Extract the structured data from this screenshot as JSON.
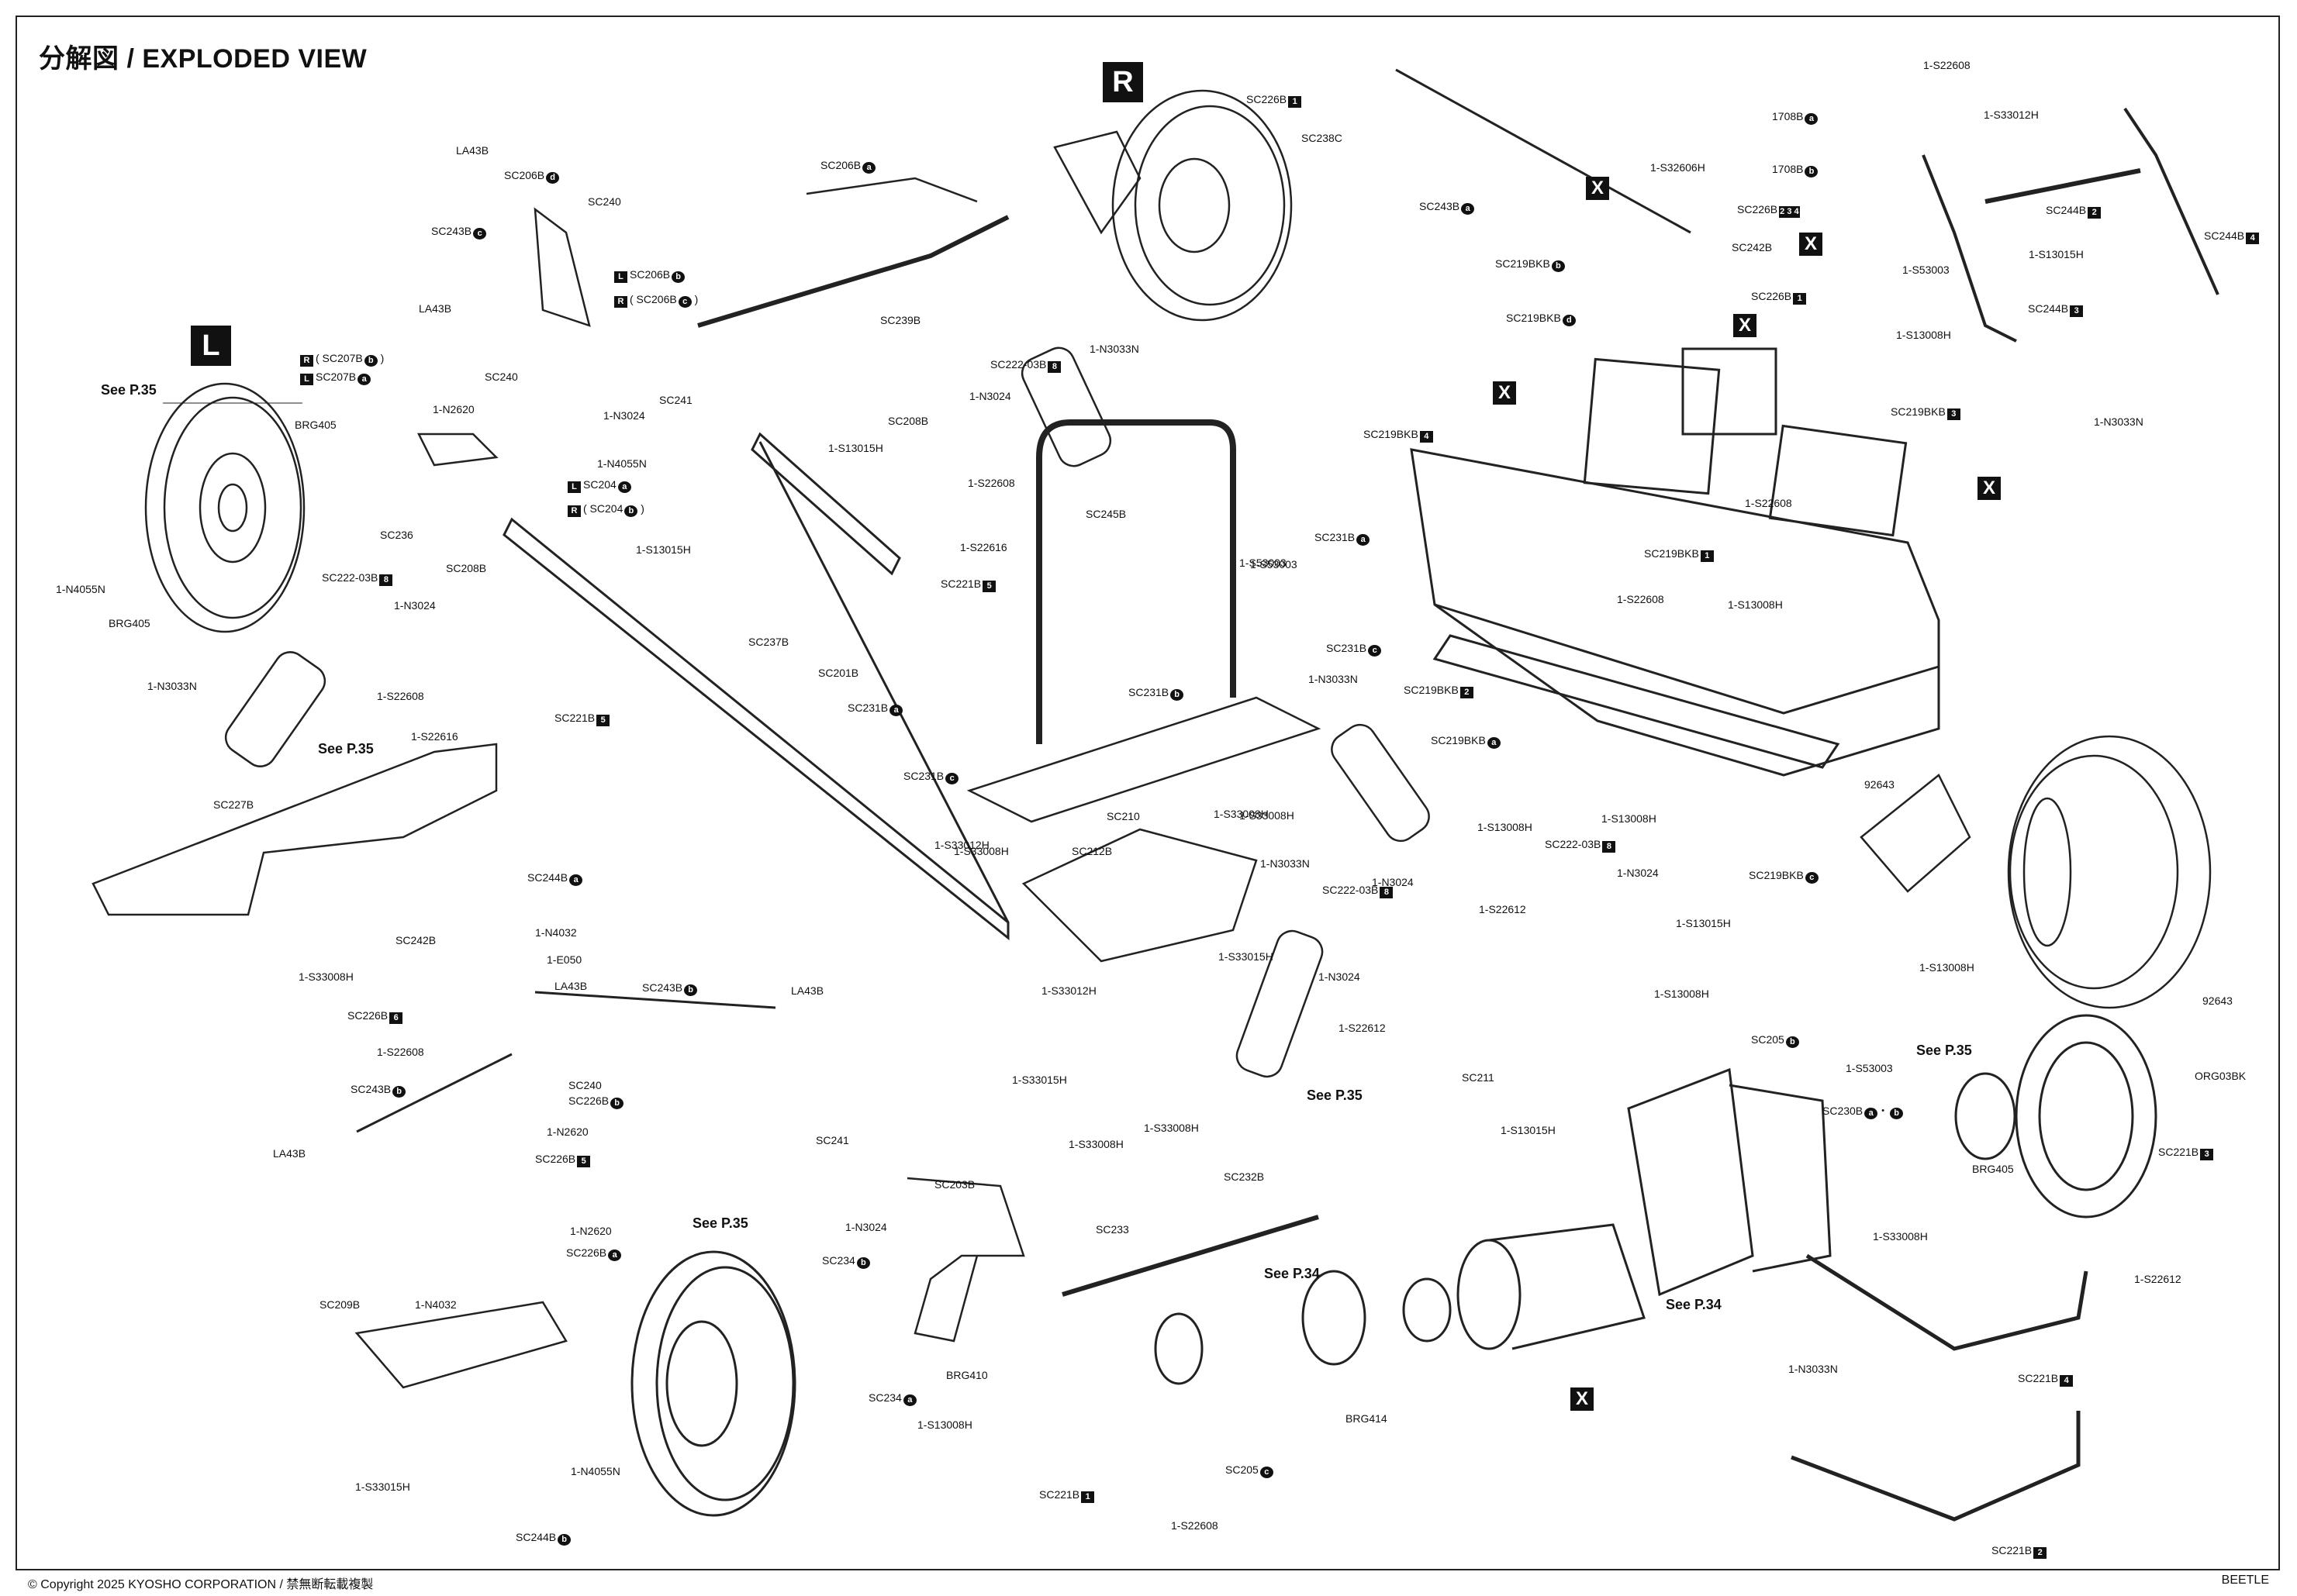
{
  "header": {
    "title": "分解図 / EXPLODED VIEW"
  },
  "footer": {
    "copyright": "© Copyright 2025 KYOSHO CORPORATION / 禁無断転載複製",
    "model": "BEETLE"
  },
  "side_marks": [
    {
      "id": "side-mark-right",
      "text": "R"
    },
    {
      "id": "side-mark-left",
      "text": "L"
    }
  ],
  "x_marker_text": "X",
  "labels": [
    {
      "id": "l1",
      "text": "LA43B"
    },
    {
      "id": "l2",
      "text": "SC206B",
      "badge": "d",
      "round": true
    },
    {
      "id": "l3",
      "text": "SC240"
    },
    {
      "id": "l4",
      "text": "SC243B",
      "badge": "c",
      "round": true
    },
    {
      "id": "l5",
      "text": "SC206B",
      "badge": "b",
      "round": true,
      "prefix": "L"
    },
    {
      "id": "l6",
      "text": "( SC206B",
      "badge": "c",
      "round": true,
      "prefix": "R",
      "suffix": ")"
    },
    {
      "id": "l7",
      "text": "LA43B"
    },
    {
      "id": "l8",
      "text": "( SC207B",
      "badge": "b",
      "round": true,
      "prefix": "R",
      "suffix": ")"
    },
    {
      "id": "l9",
      "text": "SC207B",
      "badge": "a",
      "round": true,
      "prefix": "L"
    },
    {
      "id": "l10",
      "text": "SC240"
    },
    {
      "id": "l11",
      "text": "SC241"
    },
    {
      "id": "l12",
      "text": "1-N2620"
    },
    {
      "id": "l13",
      "text": "1-N3024"
    },
    {
      "id": "l14",
      "text": "1-N4055N"
    },
    {
      "id": "l15",
      "text": "SC204",
      "badge": "a",
      "round": true,
      "prefix": "L"
    },
    {
      "id": "l16",
      "text": "( SC204",
      "badge": "b",
      "round": true,
      "prefix": "R",
      "suffix": ")"
    },
    {
      "id": "l17",
      "text": "See P.35",
      "big": true
    },
    {
      "id": "l18",
      "text": "BRG405"
    },
    {
      "id": "l19",
      "text": "SC236"
    },
    {
      "id": "l20",
      "text": "1-N4055N"
    },
    {
      "id": "l21",
      "text": "BRG405"
    },
    {
      "id": "l22",
      "text": "SC222-03B",
      "badge": "8"
    },
    {
      "id": "l23",
      "text": "SC208B"
    },
    {
      "id": "l24",
      "text": "1-N3024"
    },
    {
      "id": "l25",
      "text": "1-N3033N"
    },
    {
      "id": "l26",
      "text": "1-S22608"
    },
    {
      "id": "l27",
      "text": "1-S22616"
    },
    {
      "id": "l28",
      "text": "SC221B",
      "badge": "5"
    },
    {
      "id": "l29",
      "text": "See P.35",
      "big": true
    },
    {
      "id": "l30",
      "text": "SC227B"
    },
    {
      "id": "l31",
      "text": "SC244B",
      "badge": "a",
      "round": true
    },
    {
      "id": "l32",
      "text": "1-S33008H"
    },
    {
      "id": "l33",
      "text": "SC242B"
    },
    {
      "id": "l34",
      "text": "1-N4032"
    },
    {
      "id": "l35",
      "text": "1-E050"
    },
    {
      "id": "l36",
      "text": "LA43B"
    },
    {
      "id": "l37",
      "text": "SC226B",
      "badge": "6"
    },
    {
      "id": "l38",
      "text": "1-S22608"
    },
    {
      "id": "l39",
      "text": "SC243B",
      "badge": "b",
      "round": true
    },
    {
      "id": "l40",
      "text": "LA43B"
    },
    {
      "id": "l41",
      "text": "SC240"
    },
    {
      "id": "l42",
      "text": "SC226B",
      "badge": "b",
      "round": true
    },
    {
      "id": "l43",
      "text": "SC243B",
      "badge": "b",
      "round": true
    },
    {
      "id": "l44",
      "text": "1-N2620"
    },
    {
      "id": "l45",
      "text": "LA43B"
    },
    {
      "id": "l46",
      "text": "SC226B",
      "badge": "5"
    },
    {
      "id": "l47",
      "text": "1-N2620"
    },
    {
      "id": "l48",
      "text": "SC226B",
      "badge": "a",
      "round": true
    },
    {
      "id": "l49",
      "text": "SC209B"
    },
    {
      "id": "l50",
      "text": "1-N4032"
    },
    {
      "id": "l51",
      "text": "1-S33015H"
    },
    {
      "id": "l52",
      "text": "SC244B",
      "badge": "b",
      "round": true
    },
    {
      "id": "l53",
      "text": "SC206B",
      "badge": "a",
      "round": true
    },
    {
      "id": "l54",
      "text": "SC239B"
    },
    {
      "id": "l55",
      "text": "SC226B",
      "badge": "1"
    },
    {
      "id": "l56",
      "text": "SC238C"
    },
    {
      "id": "l57",
      "text": "SC243B",
      "badge": "a",
      "round": true
    },
    {
      "id": "l58",
      "text": "SC222-03B",
      "badge": "8"
    },
    {
      "id": "l59",
      "text": "1-N3033N"
    },
    {
      "id": "l60",
      "text": "1-N3024"
    },
    {
      "id": "l61",
      "text": "SC208B"
    },
    {
      "id": "l62",
      "text": "1-S13015H"
    },
    {
      "id": "l63",
      "text": "1-S22608"
    },
    {
      "id": "l64",
      "text": "SC245B"
    },
    {
      "id": "l65",
      "text": "1-S22616"
    },
    {
      "id": "l66",
      "text": "SC221B",
      "badge": "5"
    },
    {
      "id": "l67",
      "text": "1-S13015H"
    },
    {
      "id": "l68",
      "text": "SC237B"
    },
    {
      "id": "l69",
      "text": "SC201B"
    },
    {
      "id": "l70",
      "text": "1-S53003"
    },
    {
      "id": "l71",
      "text": "SC231B",
      "badge": "b",
      "round": true
    },
    {
      "id": "l72",
      "text": "SC231B",
      "badge": "a",
      "round": true
    },
    {
      "id": "l73",
      "text": "SC231B",
      "badge": "c",
      "round": true
    },
    {
      "id": "l74",
      "text": "SC210"
    },
    {
      "id": "l75",
      "text": "1-S33008H"
    },
    {
      "id": "l76",
      "text": "SC212B"
    },
    {
      "id": "l77",
      "text": "1-S33012H"
    },
    {
      "id": "l78",
      "text": "1-S33015H"
    },
    {
      "id": "l79",
      "text": "1-S33012H"
    },
    {
      "id": "l80",
      "text": "1-S33015H"
    },
    {
      "id": "l81",
      "text": "1-S33008H"
    },
    {
      "id": "l82",
      "text": "1-S33008H"
    },
    {
      "id": "l83",
      "text": "SC231B",
      "badge": "a",
      "round": true
    },
    {
      "id": "l84",
      "text": "1-S53003"
    },
    {
      "id": "l85",
      "text": "SC231B",
      "badge": "c",
      "round": true
    },
    {
      "id": "l86",
      "text": "1-N3033N"
    },
    {
      "id": "l87",
      "text": "1-S33008H"
    },
    {
      "id": "l88",
      "text": "1-N3033N"
    },
    {
      "id": "l89",
      "text": "SC222-03B",
      "badge": "8"
    },
    {
      "id": "l90",
      "text": "1-N3024"
    },
    {
      "id": "l91",
      "text": "1-S22612"
    },
    {
      "id": "l92",
      "text": "See P.35",
      "big": true
    },
    {
      "id": "l93",
      "text": "SC241"
    },
    {
      "id": "l94",
      "text": "SC203B"
    },
    {
      "id": "l95",
      "text": "1-N3024"
    },
    {
      "id": "l96",
      "text": "SC234",
      "badge": "b",
      "round": true
    },
    {
      "id": "l97",
      "text": "SC233"
    },
    {
      "id": "l98",
      "text": "SC232B"
    },
    {
      "id": "l99",
      "text": "BRG410"
    },
    {
      "id": "l100",
      "text": "SC234",
      "badge": "a",
      "round": true
    },
    {
      "id": "l101",
      "text": "See P.35",
      "big": true
    },
    {
      "id": "l102",
      "text": "1-N4055N"
    },
    {
      "id": "l103",
      "text": "1-S13008H"
    },
    {
      "id": "l104",
      "text": "SC221B",
      "badge": "1"
    },
    {
      "id": "l105",
      "text": "1-S22608"
    },
    {
      "id": "l106",
      "text": "SC205",
      "badge": "c",
      "round": true
    },
    {
      "id": "l107",
      "text": "See P.34",
      "big": true
    },
    {
      "id": "l108",
      "text": "BRG414"
    },
    {
      "id": "l109",
      "text": "1-S32606H"
    },
    {
      "id": "l110",
      "text": "SC226B",
      "badge": "2 3 4"
    },
    {
      "id": "l111",
      "text": "SC242B"
    },
    {
      "id": "l112",
      "text": "SC219BKB",
      "badge": "b",
      "round": true
    },
    {
      "id": "l113",
      "text": "SC226B",
      "badge": "1"
    },
    {
      "id": "l114",
      "text": "SC219BKB",
      "badge": "d",
      "round": true
    },
    {
      "id": "l115",
      "text": "SC219BKB",
      "badge": "4"
    },
    {
      "id": "l116",
      "text": "1-S22608"
    },
    {
      "id": "l117",
      "text": "SC219BKB",
      "badge": "1"
    },
    {
      "id": "l118",
      "text": "1-S22608"
    },
    {
      "id": "l119",
      "text": "1-S13008H"
    },
    {
      "id": "l120",
      "text": "SC219BKB",
      "badge": "2"
    },
    {
      "id": "l121",
      "text": "SC219BKB",
      "badge": "a",
      "round": true
    },
    {
      "id": "l122",
      "text": "1-S13008H"
    },
    {
      "id": "l123",
      "text": "1-S13008H"
    },
    {
      "id": "l124",
      "text": "SC222-03B",
      "badge": "8"
    },
    {
      "id": "l125",
      "text": "1-N3024"
    },
    {
      "id": "l126",
      "text": "1708B",
      "badge": "a",
      "round": true
    },
    {
      "id": "l127",
      "text": "1708B",
      "badge": "b",
      "round": true
    },
    {
      "id": "l128",
      "text": "1-S53003"
    },
    {
      "id": "l129",
      "text": "1-S13008H"
    },
    {
      "id": "l130",
      "text": "SC219BKB",
      "badge": "3"
    },
    {
      "id": "l131",
      "text": "1-S22608"
    },
    {
      "id": "l132",
      "text": "1-S33012H"
    },
    {
      "id": "l133",
      "text": "SC244B",
      "badge": "2"
    },
    {
      "id": "l134",
      "text": "SC244B",
      "badge": "4"
    },
    {
      "id": "l135",
      "text": "1-S13015H"
    },
    {
      "id": "l136",
      "text": "SC244B",
      "badge": "3"
    },
    {
      "id": "l137",
      "text": "1-N3033N"
    },
    {
      "id": "l138",
      "text": "92643"
    },
    {
      "id": "l139",
      "text": "SC219BKB",
      "badge": "c",
      "round": true
    },
    {
      "id": "l140",
      "text": "1-S13015H"
    },
    {
      "id": "l141",
      "text": "1-S13008H"
    },
    {
      "id": "l142",
      "text": "1-N3024"
    },
    {
      "id": "l143",
      "text": "1-S22612"
    },
    {
      "id": "l144",
      "text": "SC211"
    },
    {
      "id": "l145",
      "text": "1-S13015H"
    },
    {
      "id": "l146",
      "text": "1-S13008H"
    },
    {
      "id": "l147",
      "text": "SC205",
      "badge": "b",
      "round": true
    },
    {
      "id": "l148",
      "text": "See P.35",
      "big": true
    },
    {
      "id": "l149",
      "text": "1-S53003"
    },
    {
      "id": "l150",
      "text": "SC230B",
      "badge": "a",
      "round": true,
      "suffix": "・",
      "badge2": "b"
    },
    {
      "id": "l151",
      "text": "BRG405"
    },
    {
      "id": "l152",
      "text": "1-S33008H"
    },
    {
      "id": "l153",
      "text": "92643"
    },
    {
      "id": "l154",
      "text": "ORG03BK"
    },
    {
      "id": "l155",
      "text": "SC221B",
      "badge": "3"
    },
    {
      "id": "l156",
      "text": "See P.34",
      "big": true
    },
    {
      "id": "l157",
      "text": "1-S22612"
    },
    {
      "id": "l158",
      "text": "SC221B",
      "badge": "4"
    },
    {
      "id": "l159",
      "text": "1-N3033N"
    },
    {
      "id": "l160",
      "text": "SC221B",
      "badge": "2"
    },
    {
      "id": "l161",
      "text": "1-S33008H"
    }
  ]
}
